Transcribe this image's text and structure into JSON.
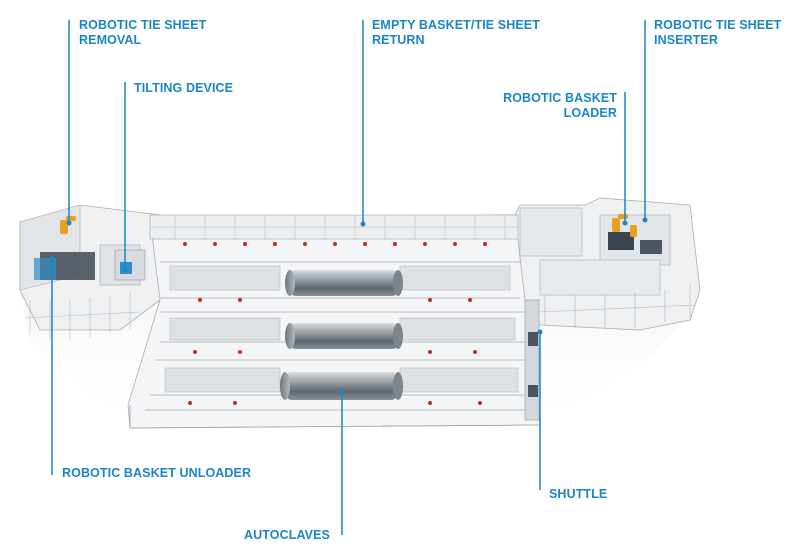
{
  "labels": {
    "tie_sheet_removal": [
      "ROBOTIC TIE SHEET",
      "REMOVAL"
    ],
    "tilting_device": "TILTING DEVICE",
    "basket_return": [
      "EMPTY BASKET/TIE SHEET",
      "RETURN"
    ],
    "tie_sheet_inserter": [
      "ROBOTIC TIE SHEET",
      "INSERTER"
    ],
    "basket_loader": [
      "ROBOTIC BASKET",
      "LOADER"
    ],
    "basket_unloader": "ROBOTIC BASKET UNLOADER",
    "shuttle": "SHUTTLE",
    "autoclaves": "AUTOCLAVES"
  },
  "colors": {
    "accent": "#1a86c7",
    "frame": "#9aa0a6",
    "robot": "#e8a020",
    "marker": "#c62828",
    "vessel": "#8e959b"
  }
}
